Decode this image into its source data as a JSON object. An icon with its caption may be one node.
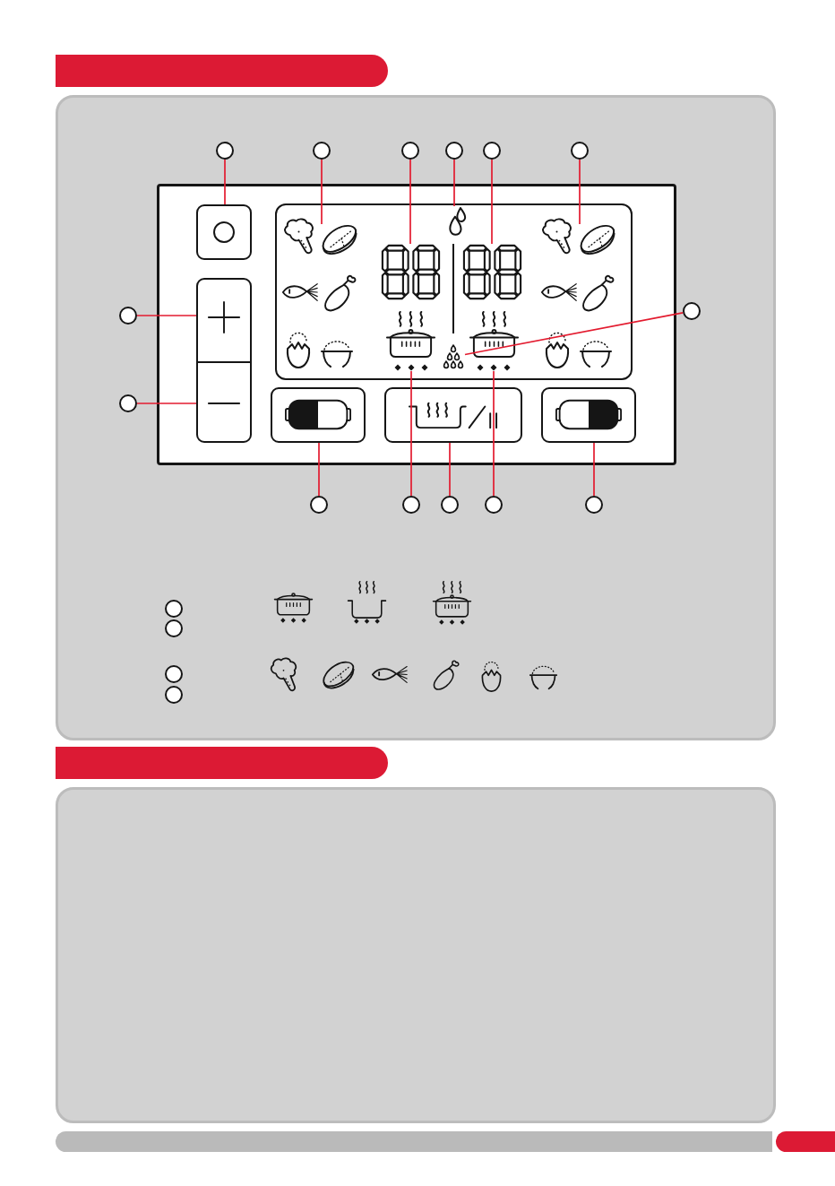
{
  "diagram": {
    "nodes": [
      {
        "text": [],
        "shape": "circle"
      },
      {
        "text": [],
        "shape": "circle"
      },
      {
        "text": [],
        "shape": "circle"
      },
      {
        "text": [],
        "shape": "circle"
      },
      {
        "text": [],
        "shape": "circle"
      },
      {
        "text": [],
        "shape": "circle"
      },
      {
        "text": [],
        "shape": "box"
      },
      {
        "text": [],
        "shape": "picture"
      },
      {
        "text": [],
        "shape": "picture"
      },
      {
        "text": [],
        "shape": "picture"
      },
      {
        "text": [],
        "shape": "picture"
      },
      {
        "text": [],
        "shape": "picture"
      },
      {
        "text": [],
        "shape": "circle"
      },
      {
        "text": [],
        "shape": "box"
      },
      {
        "text": [],
        "shape": "circle"
      },
      {
        "text": [],
        "shape": "picture"
      },
      {
        "text": [],
        "shape": "circle"
      },
      {
        "text": [],
        "shape": "box"
      },
      {
        "text": [],
        "shape": "picture"
      },
      {
        "text": [],
        "shape": "picture"
      },
      {
        "text": [],
        "shape": "box"
      },
      {
        "text": [],
        "shape": "box"
      },
      {
        "text": [],
        "shape": "box"
      },
      {
        "text": [],
        "shape": "circle"
      },
      {
        "text": [],
        "shape": "circle"
      },
      {
        "text": [],
        "shape": "circle"
      },
      {
        "text": [],
        "shape": "circle"
      },
      {
        "text": [],
        "shape": "circle"
      },
      {
        "text": [],
        "shape": "circle"
      },
      {
        "text": [],
        "shape": "circle"
      },
      {
        "text": [],
        "shape": "circle"
      },
      {
        "text": [],
        "shape": "circle"
      }
    ],
    "edges": [
      {
        "from": 0,
        "to": 6,
        "arrow": "none"
      },
      {
        "from": 1,
        "to": 7,
        "arrow": "none"
      },
      {
        "from": 2,
        "to": 8,
        "arrow": "none"
      },
      {
        "from": 3,
        "to": 9,
        "arrow": "none"
      },
      {
        "from": 4,
        "to": 10,
        "arrow": "none"
      },
      {
        "from": 5,
        "to": 11,
        "arrow": "none"
      },
      {
        "from": 12,
        "to": 13,
        "arrow": "none"
      },
      {
        "from": 14,
        "to": 15,
        "arrow": "none"
      },
      {
        "from": 16,
        "to": 17,
        "arrow": "none"
      },
      {
        "from": 23,
        "to": 20,
        "arrow": "none"
      },
      {
        "from": 24,
        "to": 18,
        "arrow": "none"
      },
      {
        "from": 25,
        "to": 21,
        "arrow": "none"
      },
      {
        "from": 26,
        "to": 19,
        "arrow": "none"
      },
      {
        "from": 27,
        "to": 22,
        "arrow": "none"
      }
    ]
  }
}
